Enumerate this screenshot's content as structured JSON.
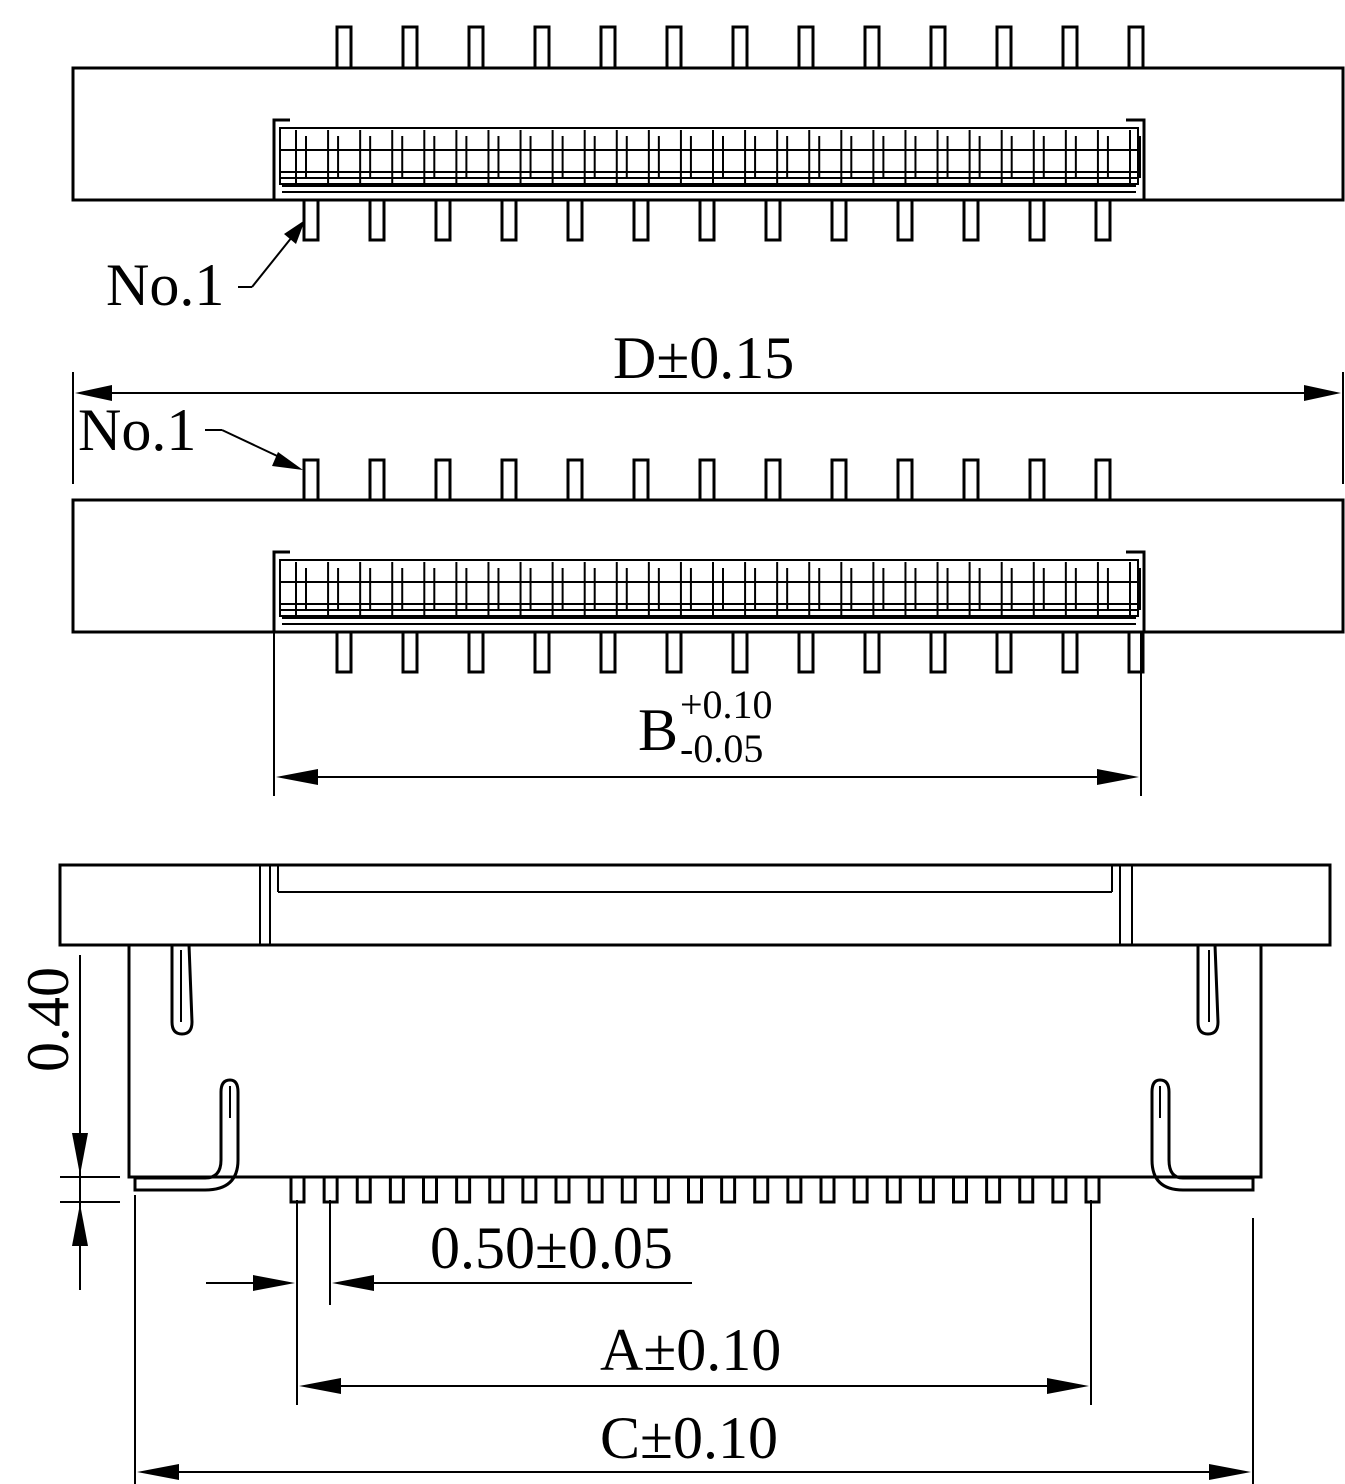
{
  "labels": {
    "pin1_top": "No.1",
    "pin1_middle": "No.1",
    "dim_d": "D±0.15",
    "dim_b_base": "B",
    "dim_b_plus": "+0.10",
    "dim_b_minus": "-0.05",
    "dim_height": "0.40",
    "dim_pitch": "0.50±0.05",
    "dim_a": "A±0.10",
    "dim_c": "C±0.10"
  },
  "counts": {
    "pins_per_row": 13,
    "side_view_contacts": 25
  },
  "colors": {
    "line": "#000000",
    "background": "#ffffff"
  }
}
